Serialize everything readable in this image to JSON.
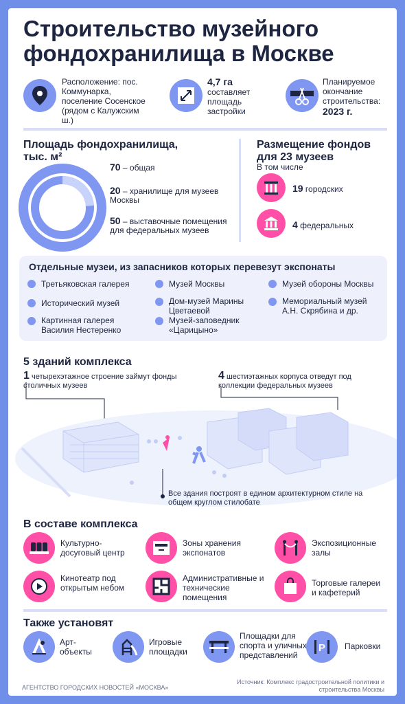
{
  "title": "Строительство музейного фондохранилища в Москве",
  "facts": [
    {
      "icon": "map-pin-icon",
      "text": "Расположение: пос. Коммунарка, поселение Сосенское (рядом с Калужским ш.)",
      "bold": ""
    },
    {
      "icon": "resize-arrow-icon",
      "bold": "4,7 га",
      "text": "составляет площадь застройки"
    },
    {
      "icon": "ribbon-scissors-icon",
      "text": "Планируемое окончание строительства:",
      "bold": "2023 г."
    }
  ],
  "area": {
    "title": "Площадь фондохранилища, тыс. м²",
    "items": [
      {
        "value": "70",
        "label": "– общая"
      },
      {
        "value": "20",
        "label": "– хранилище для музеев Москвы"
      },
      {
        "value": "50",
        "label": "– выставочные помещения для федеральных музеев"
      }
    ]
  },
  "placement": {
    "title": "Размещение фондов для 23 музеев",
    "subtitle": "В том числе",
    "items": [
      {
        "icon": "columns-icon",
        "value": "19",
        "label": "городских"
      },
      {
        "icon": "museum-building-icon",
        "value": "4",
        "label": "федеральных"
      }
    ]
  },
  "museums": {
    "title": "Отдельные музеи, из запасников которых перевезут экспонаты",
    "items": [
      "Третьяковская галерея",
      "Исторический музей",
      "Картинная галерея Василия Нестеренко",
      "Музей Москвы",
      "Дом-музей Марины Цветаевой",
      "Музей-заповедник «Царицыно»",
      "Музей обороны Москвы",
      "Мемориальный музей А.Н. Скрябина и др."
    ]
  },
  "complex": {
    "title": "5 зданий комплекса",
    "left_num": "1",
    "left_text": "четырехэтажное строение займут фонды столичных музеев",
    "right_num": "4",
    "right_text": "шестиэтажных корпуса отведут под коллекции федеральных музеев",
    "bottom_text": "Все здания построят в едином архитектурном стиле на общем круглом стилобате"
  },
  "composition": {
    "title": "В составе комплекса",
    "items": [
      {
        "icon": "theater-seats-icon",
        "label": "Культурно-досуговый центр"
      },
      {
        "icon": "storage-drawer-icon",
        "label": "Зоны хранения экспонатов"
      },
      {
        "icon": "rope-barrier-icon",
        "label": "Экспозиционные залы"
      },
      {
        "icon": "play-button-icon",
        "label": "Кинотеатр под открытым небом"
      },
      {
        "icon": "floor-plan-icon",
        "label": "Административные и технические помещения"
      },
      {
        "icon": "shopping-bag-icon",
        "label": "Торговые галереи и кафетерий"
      }
    ]
  },
  "also": {
    "title": "Также установят",
    "items": [
      {
        "icon": "art-sculpture-icon",
        "label": "Арт-объекты"
      },
      {
        "icon": "playground-slide-icon",
        "label": "Игровые площадки"
      },
      {
        "icon": "stage-icon",
        "label": "Площадки для спорта и уличных представлений"
      },
      {
        "icon": "parking-icon",
        "label": "Парковки"
      }
    ]
  },
  "footer": {
    "agency": "АГЕНТСТВО ГОРОДСКИХ НОВОСТЕЙ «МОСКВА»",
    "source": "Источник: Комплекс градостроительной политики и строительства Москвы"
  },
  "colors": {
    "accent_blue": "#7f97f0",
    "accent_pink": "#ff4fa6",
    "text": "#1e2540",
    "panel": "#eef1fb",
    "background": "#6f8fe8"
  }
}
